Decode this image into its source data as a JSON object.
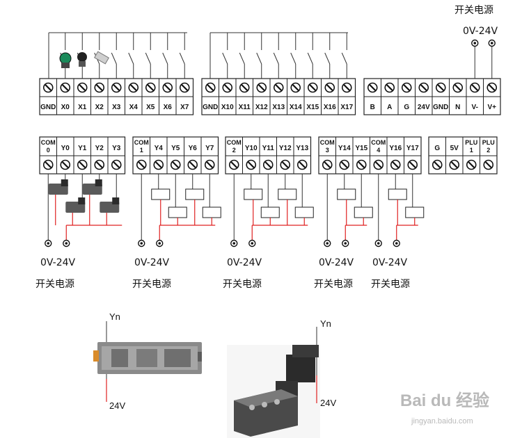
{
  "top_psu": {
    "title": "开关电源",
    "voltage": "0V-24V",
    "minus": "V-",
    "plus": "V+"
  },
  "input_block_1": [
    "GND",
    "X0",
    "X1",
    "X2",
    "X3",
    "X4",
    "X5",
    "X6",
    "X7"
  ],
  "input_block_2": [
    "GND",
    "X10",
    "X11",
    "X12",
    "X13",
    "X14",
    "X15",
    "X16",
    "X17"
  ],
  "comm_block": [
    "B",
    "A",
    "G",
    "24V",
    "GND",
    "N",
    "V-",
    "V+"
  ],
  "output_groups": [
    {
      "labels": [
        [
          "COM",
          "0"
        ],
        [
          "Y0"
        ],
        [
          "Y1"
        ],
        [
          "Y2"
        ],
        [
          "Y3"
        ]
      ],
      "psu_voltage": "0V-24V",
      "psu_title": "开关电源"
    },
    {
      "labels": [
        [
          "COM",
          "1"
        ],
        [
          "Y4"
        ],
        [
          "Y5"
        ],
        [
          "Y6"
        ],
        [
          "Y7"
        ]
      ],
      "psu_voltage": "0V-24V",
      "psu_title": "开关电源"
    },
    {
      "labels": [
        [
          "COM",
          "2"
        ],
        [
          "Y10"
        ],
        [
          "Y11"
        ],
        [
          "Y12"
        ],
        [
          "Y13"
        ]
      ],
      "psu_voltage": "0V-24V",
      "psu_title": "开关电源"
    },
    {
      "labels": [
        [
          "COM",
          "3"
        ],
        [
          "Y14"
        ],
        [
          "Y15"
        ],
        [
          "COM",
          "4"
        ],
        [
          "Y16"
        ],
        [
          "Y17"
        ]
      ],
      "psu_voltage": [
        "0V-24V",
        "0V-24V"
      ],
      "psu_title": [
        "开关电源",
        "开关电源"
      ]
    }
  ],
  "power_block": [
    [
      "G"
    ],
    [
      "5V"
    ],
    [
      "PLU",
      "1"
    ],
    [
      "PLU",
      "2"
    ]
  ],
  "relay_photo": {
    "top": "Yn",
    "bottom": "24V"
  },
  "valve_photo": {
    "top": "Yn",
    "bottom": "24V"
  },
  "watermark": {
    "brand": "Bai du 经验",
    "url": "jingyan.baidu.com"
  },
  "colors": {
    "wire": "#333333",
    "red_wire": "#e02020",
    "block_border": "#222222"
  }
}
